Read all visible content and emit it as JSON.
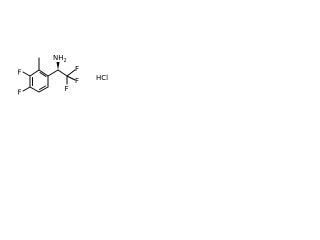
{
  "molecule": {
    "labels": {
      "fluoro_top": "F",
      "fluoro_bottom": "F",
      "amine": "NH2",
      "cf3_f1": "F",
      "cf3_f2": "F",
      "cf3_f3": "F"
    },
    "salt": "HCl"
  }
}
